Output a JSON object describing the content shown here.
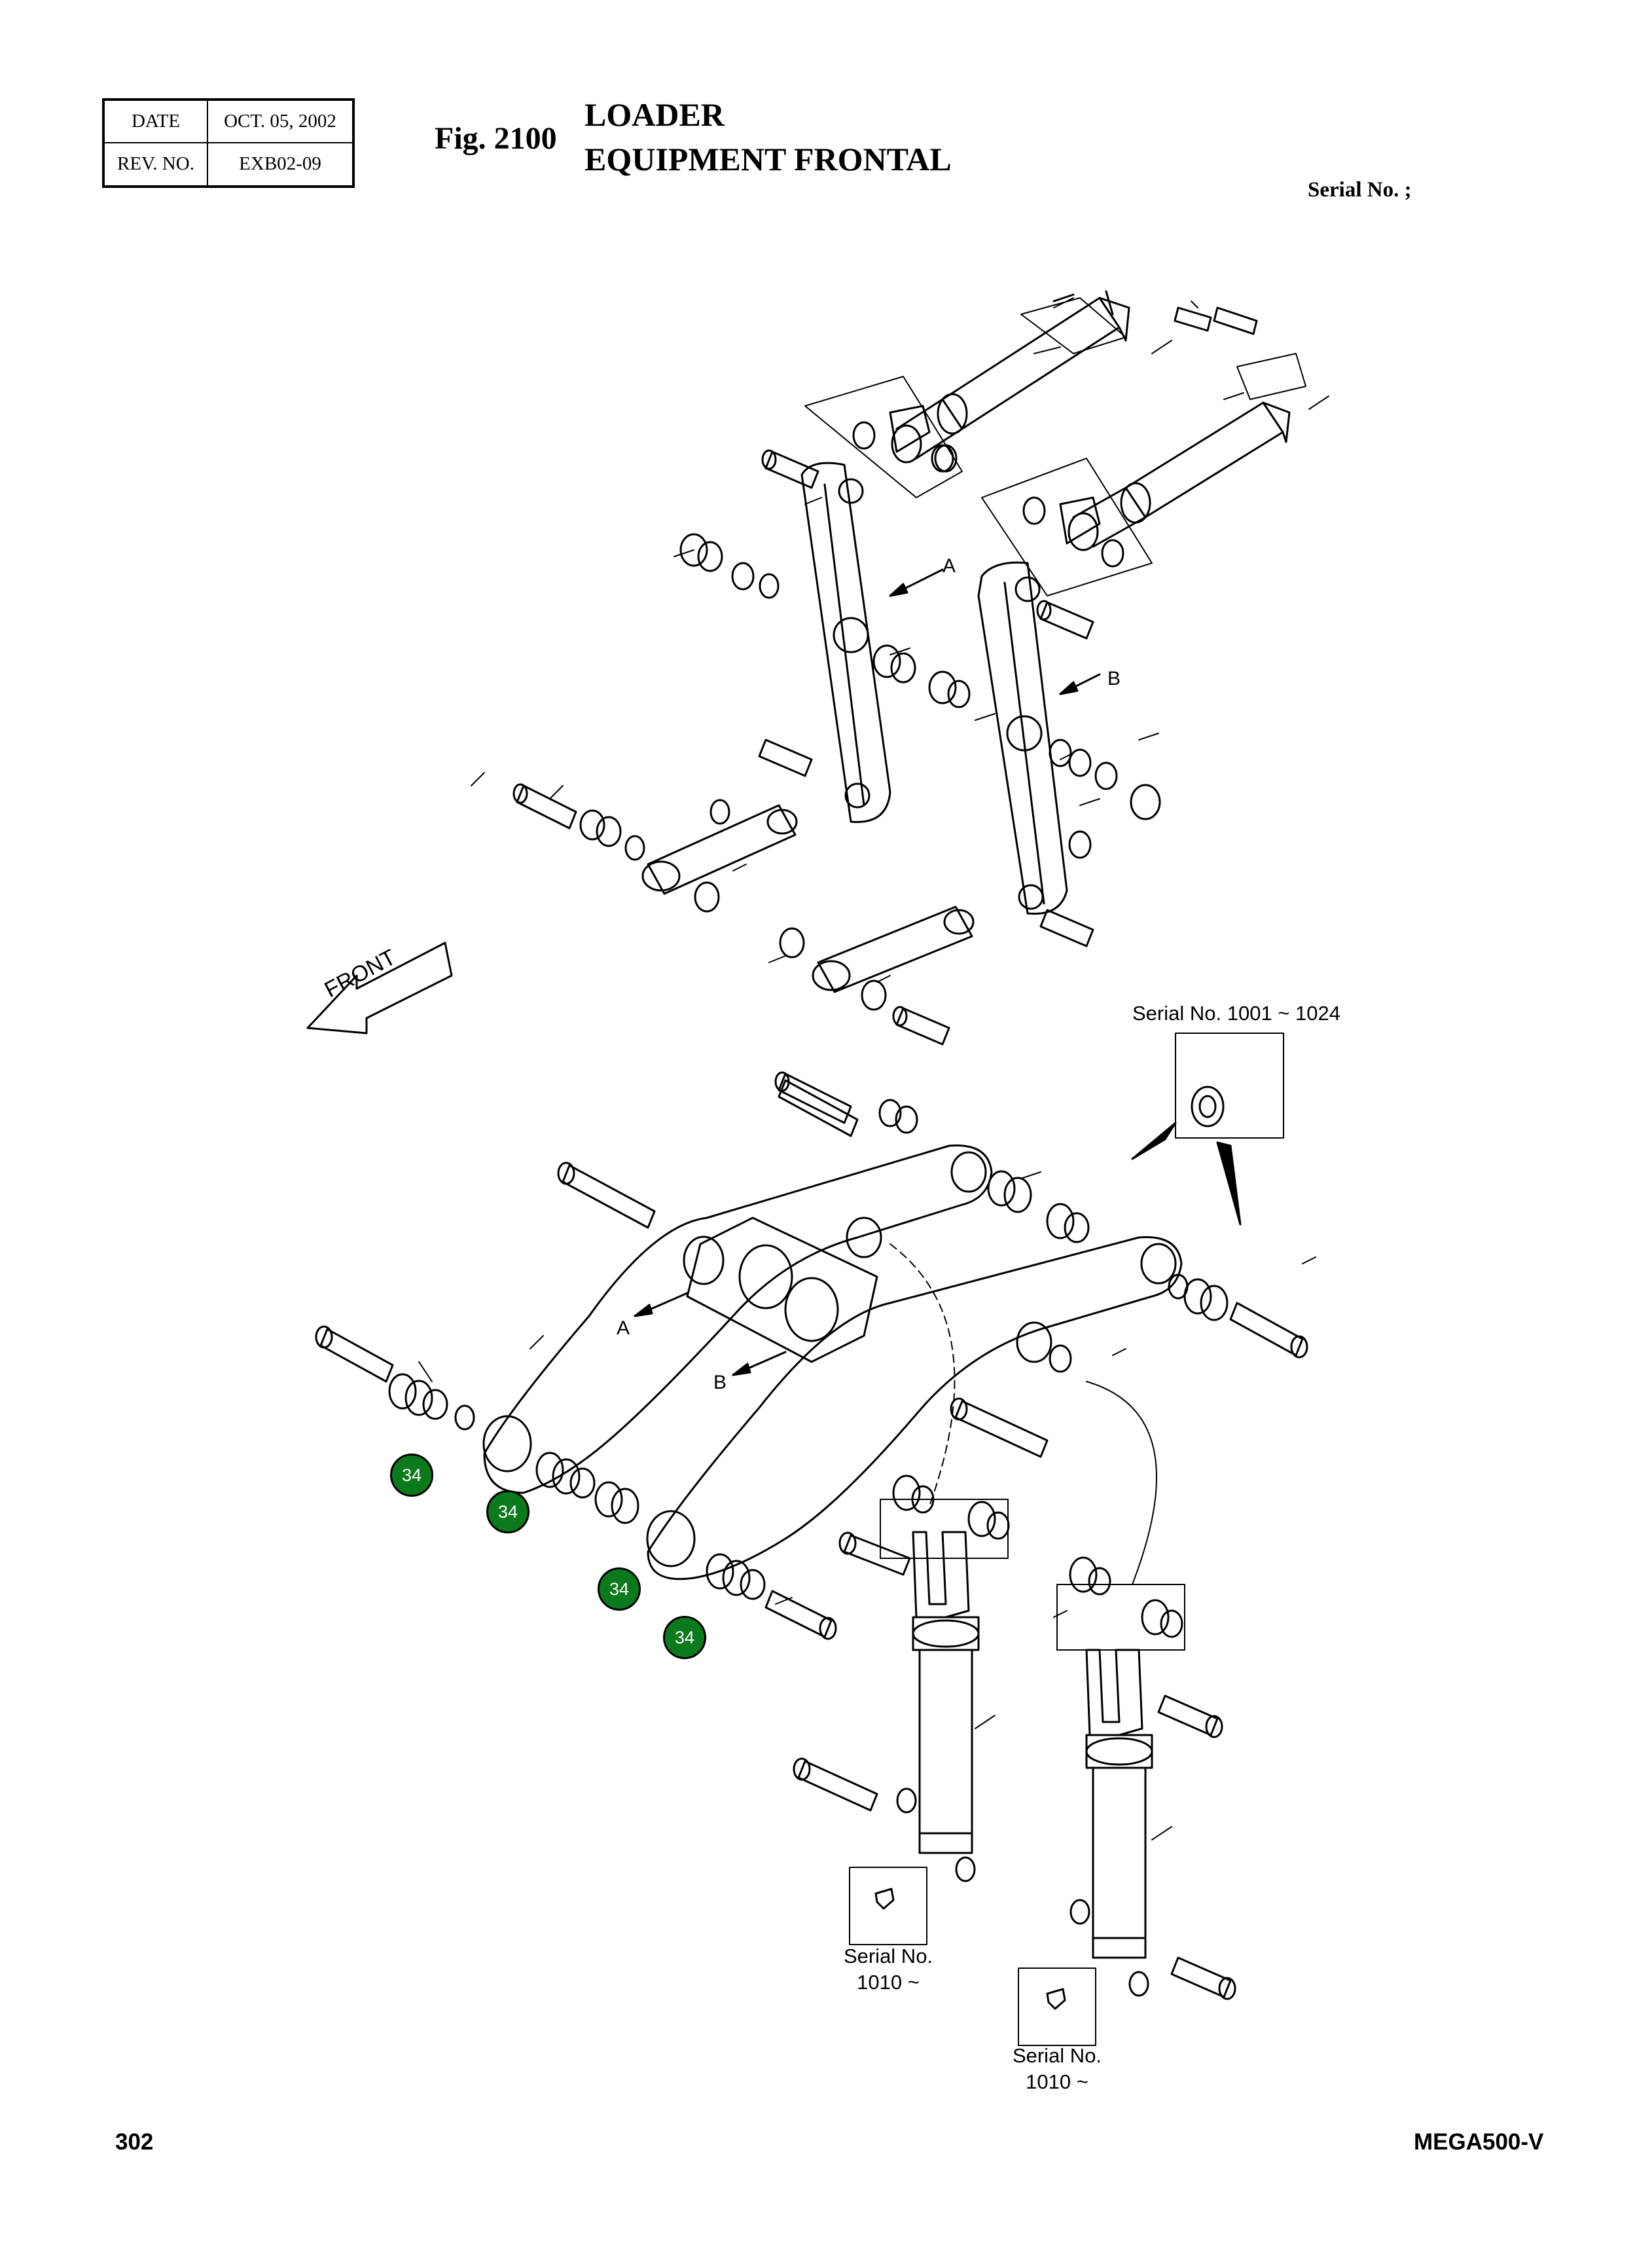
{
  "header": {
    "date_label": "DATE",
    "date_value": "OCT. 05, 2002",
    "rev_label": "REV. NO.",
    "rev_value": "EXB02-09"
  },
  "figure": {
    "number": "Fig. 2100",
    "title_line1": "LOADER",
    "title_line2": "EQUIPMENT FRONTAL",
    "serial": "Serial No. ;"
  },
  "drawing": {
    "front_label": "FRONT",
    "view_a": "A",
    "view_b": "B",
    "serial_inset_1": "Serial No. 1001 ~ 1024",
    "serial_inset_2_line1": "Serial No.",
    "serial_inset_2_line2": "1010 ~",
    "serial_inset_3_line1": "Serial No.",
    "serial_inset_3_line2": "1010 ~",
    "callouts": [
      "34",
      "34",
      "34",
      "34"
    ]
  },
  "footer": {
    "page": "302",
    "model": "MEGA500-V"
  }
}
